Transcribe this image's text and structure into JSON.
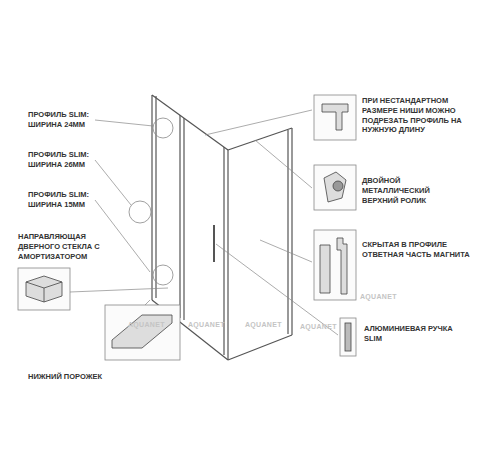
{
  "diagram": {
    "labels": [
      "ПРОФИЛЬ SLIM: ШИРИНА 24ММ",
      "ПРОФИЛЬ SLIM: ШИРИНА 26ММ",
      "ПРОФИЛЬ SLIM: ШИРИНА 15ММ",
      "НАПРАВЛЯЮЩАЯ ДВЕРНОГО СТЕКЛА С АМОРТИЗАТОРОМ",
      "НИЖНИЙ ПОРОЖЕК",
      "ПРИ НЕСТАНДАРТНОМ РАЗМЕРЕ НИШИ МОЖНО ПОДРЕЗАТЬ ПРОФИЛЬ НА НУЖНУЮ ДЛИНУ",
      "ДВОЙНОЙ МЕТАЛЛИЧЕСКИЙ ВЕРХНИЙ РОЛИК",
      "СКРЫТАЯ В ПРОФИЛЕ ОТВЕТНАЯ ЧАСТЬ МАГНИТА",
      "АЛЮМИНИЕВАЯ РУЧКА SLIM",
      "AQUANET",
      "AQUANET",
      "AQUANET",
      "AQUANET",
      "AQUANET"
    ]
  }
}
